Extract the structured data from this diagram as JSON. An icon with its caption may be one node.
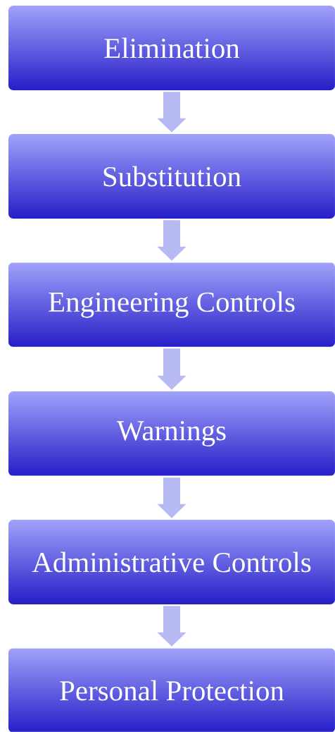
{
  "diagram": {
    "nodes": [
      {
        "text": [
          "Elimination"
        ]
      },
      {
        "text": [
          "Substitution"
        ]
      },
      {
        "text": [
          "Engineering Controls"
        ]
      },
      {
        "text": [
          "Warnings"
        ]
      },
      {
        "text": [
          "Administrative Controls"
        ]
      },
      {
        "text": [
          "Personal Protection"
        ]
      }
    ],
    "edges": [
      {
        "from": 0,
        "to": 1,
        "arrow": "to"
      },
      {
        "from": 1,
        "to": 2,
        "arrow": "to"
      },
      {
        "from": 2,
        "to": 3,
        "arrow": "to"
      },
      {
        "from": 3,
        "to": 4,
        "arrow": "to"
      },
      {
        "from": 4,
        "to": 5,
        "arrow": "to"
      }
    ]
  }
}
